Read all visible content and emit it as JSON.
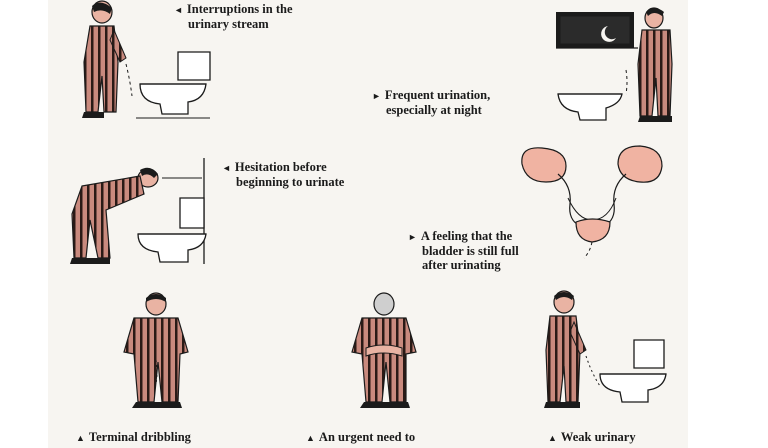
{
  "colors": {
    "ink": "#1b1b1b",
    "pajama": "#b8695c",
    "skin": "#e9b3a3",
    "kidney": "#f0b3a2",
    "toilet": "#ffffff"
  },
  "symptoms": [
    {
      "id": "interruptions",
      "arrow": "◄",
      "lines": [
        "Interruptions in the",
        "urinary stream"
      ]
    },
    {
      "id": "frequent",
      "arrow": "►",
      "lines": [
        "Frequent urination,",
        "especially at night"
      ]
    },
    {
      "id": "hesitation",
      "arrow": "◄",
      "lines": [
        "Hesitation before",
        "beginning to urinate"
      ]
    },
    {
      "id": "bladder",
      "arrow": "►",
      "lines": [
        "A feeling that the",
        "bladder is still full",
        "after urinating"
      ]
    },
    {
      "id": "dribbling",
      "arrow": "▲",
      "lines": [
        "Terminal dribbling"
      ]
    },
    {
      "id": "urgent",
      "arrow": "▲",
      "lines": [
        "An urgent need to"
      ]
    },
    {
      "id": "weak",
      "arrow": "▲",
      "lines": [
        "Weak urinary"
      ]
    }
  ]
}
